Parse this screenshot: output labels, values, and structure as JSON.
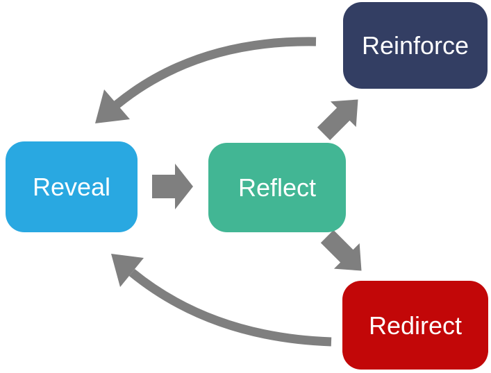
{
  "diagram": {
    "background": "#ffffff",
    "arrow_color": "#7f7f7f",
    "label_color": "#ffffff",
    "nodes": {
      "reveal": {
        "label": "Reveal",
        "color": "#29a8e1"
      },
      "reflect": {
        "label": "Reflect",
        "color": "#42b694"
      },
      "reinforce": {
        "label": "Reinforce",
        "color": "#333e63"
      },
      "redirect": {
        "label": "Redirect",
        "color": "#c20708"
      }
    },
    "flows": [
      "Reveal → Reflect",
      "Reflect → Reinforce",
      "Reflect → Redirect",
      "Reinforce → Reveal",
      "Redirect → Reveal"
    ]
  }
}
